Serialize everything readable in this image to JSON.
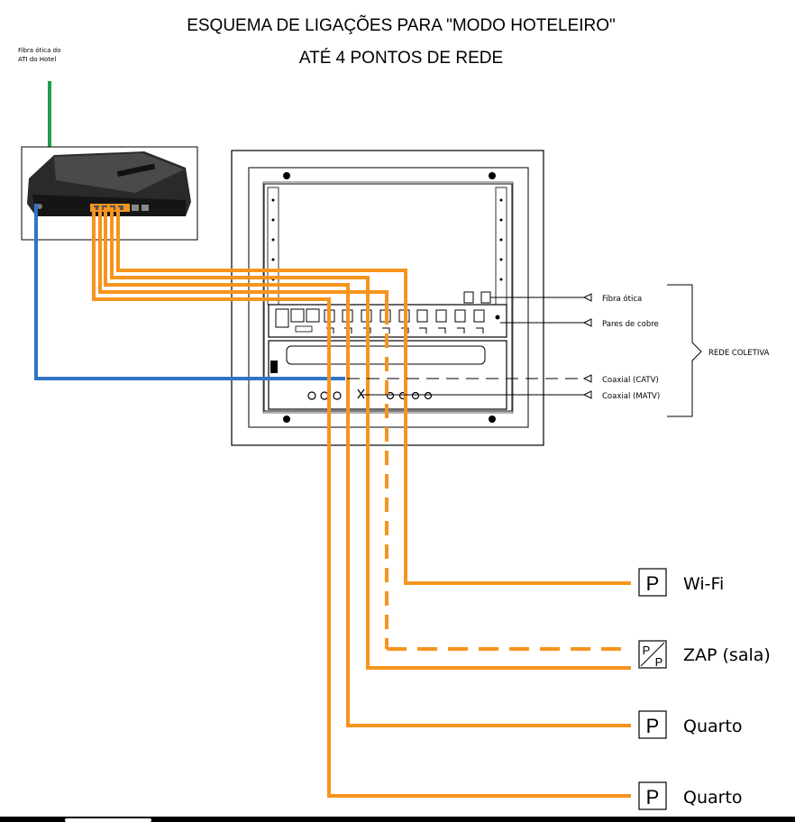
{
  "title": {
    "line1": "ESQUEMA DE LIGAÇÕES PARA  \"MODO HOTELEIRO\"",
    "line2": "ATÉ 4 PONTOS DE REDE"
  },
  "source": {
    "line1": "Fibra ótica do",
    "line2": "ATI do Hotel"
  },
  "network_labels": {
    "fibra": "Fibra ótica",
    "pares": "Pares de cobre",
    "catv": "Coaxial (CATV)",
    "matv": "Coaxial (MATV)",
    "rede_coletiva": "REDE COLETIVA"
  },
  "outlets": [
    {
      "symbol": "P",
      "label": "Wi-Fi"
    },
    {
      "symbol": "P/P",
      "symbol_top": "P",
      "symbol_bottom": "P",
      "label": "ZAP (sala)"
    },
    {
      "symbol": "P",
      "label": "Quarto"
    },
    {
      "symbol": "P",
      "label": "Quarto"
    }
  ],
  "colors": {
    "fiber": "#1E9E4A",
    "copper": "#F7941D",
    "coax": "#2E75C8",
    "outline": "#000000"
  }
}
